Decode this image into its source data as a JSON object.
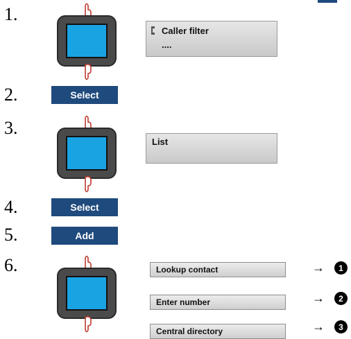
{
  "steps": [
    {
      "num": "1."
    },
    {
      "num": "2.",
      "button": "Select"
    },
    {
      "num": "3."
    },
    {
      "num": "4.",
      "button": "Select"
    },
    {
      "num": "5.",
      "button": "Add"
    },
    {
      "num": "6."
    }
  ],
  "screen1": {
    "title": "Caller filter",
    "line2": "...."
  },
  "screen3": {
    "title": "List"
  },
  "menu6": [
    {
      "label": "Lookup contact",
      "marker": "1"
    },
    {
      "label": "Enter number",
      "marker": "2"
    },
    {
      "label": "Central directory",
      "marker": "3"
    }
  ],
  "arrow_glyph": "→",
  "colors": {
    "button_bg": "#1f4a7d",
    "screen_blue": "#1aa3e3",
    "lcd_gray": "#d8d8d8"
  }
}
